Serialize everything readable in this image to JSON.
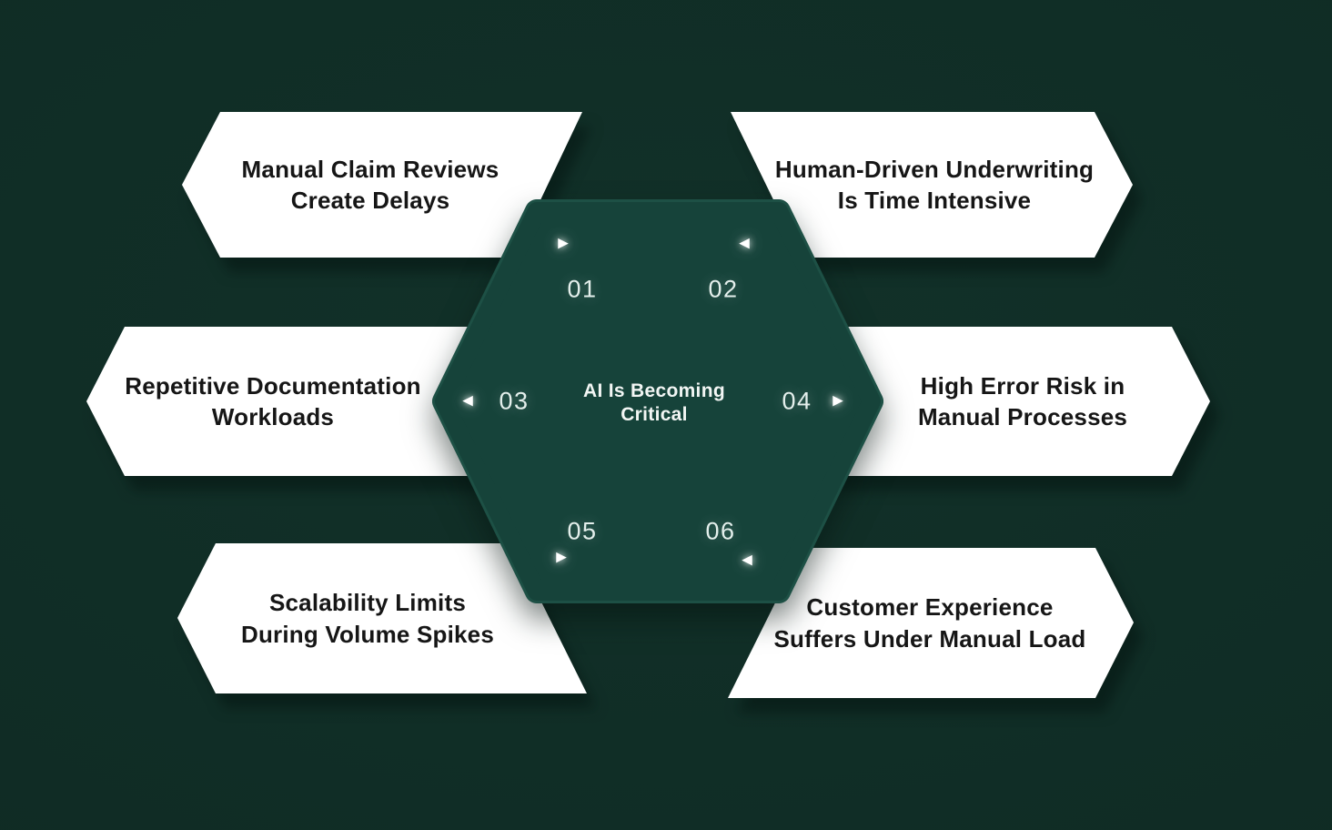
{
  "title": "AI Is Becoming Critical",
  "center": {
    "line1": "AI Is Becoming",
    "line2": "Critical"
  },
  "icons": {
    "triangle_right": "▶",
    "triangle_left": "◀"
  },
  "colors": {
    "background": "#123129",
    "hexagon_fill": "#16433a",
    "hexagon_border": "#1d5045",
    "banner_bg": "#ffffff",
    "banner_text": "#161616",
    "number_text": "#e4efec"
  },
  "items": [
    {
      "number": "01",
      "line1": "Manual Claim Reviews",
      "line2": "Create Delays"
    },
    {
      "number": "02",
      "line1": "Human-Driven Underwriting",
      "line2": "Is Time Intensive"
    },
    {
      "number": "03",
      "line1": "Repetitive Documentation",
      "line2": "Workloads"
    },
    {
      "number": "04",
      "line1": "High Error Risk in",
      "line2": "Manual Processes"
    },
    {
      "number": "05",
      "line1": "Scalability Limits",
      "line2": "During Volume Spikes"
    },
    {
      "number": "06",
      "line1": "Customer Experience",
      "line2": "Suffers Under Manual Load"
    }
  ]
}
